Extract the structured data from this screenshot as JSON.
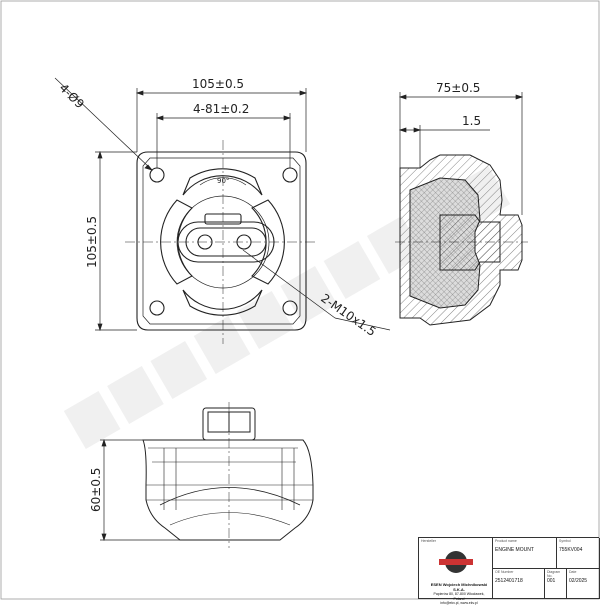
{
  "drawing": {
    "dims": {
      "overall_width": "105±0.5",
      "hole_spacing": "4-81±0.2",
      "hole_dia": "4-Ø9",
      "angle": "90°",
      "height_front": "105±0.5",
      "thread": "2-M10x1.5",
      "depth": "75±0.5",
      "wall": "1.5",
      "height_side": "60±0.5"
    }
  },
  "title_block": {
    "company_header_label": "Hersteller",
    "company_name": "ESEN Wojciech Michnikowski S.K.A.",
    "company_address": "Papierów 80, 87-800 Włocławek, Poland",
    "company_contact": "info@ekv.pl, www.ekv.pl",
    "product_name_label": "Product name",
    "product_name": "ENGINE MOUNT",
    "symbol_label": "Symbol",
    "symbol": "755KV004",
    "oe_number_label": "OE Number",
    "oe_number": "2512401718",
    "diagram_no_label": "Diagram No.",
    "diagram_no": "001",
    "date_label": "Date",
    "date": "02/2025"
  }
}
